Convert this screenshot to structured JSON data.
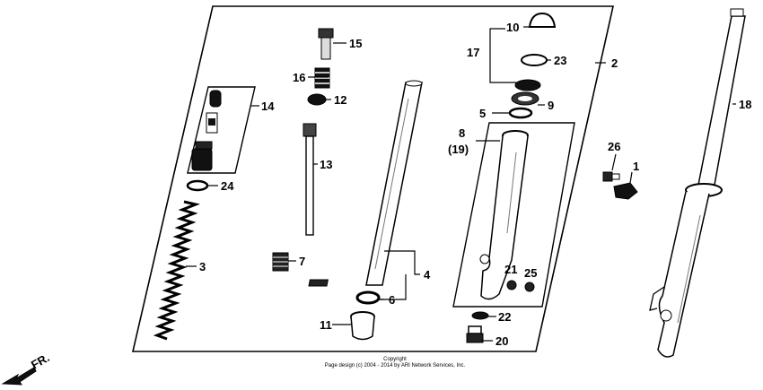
{
  "diagram": {
    "callouts": {
      "p1": "1",
      "p2": "2",
      "p3": "3",
      "p4": "4",
      "p5": "5",
      "p6": "6",
      "p7": "7",
      "p8": "8",
      "p9": "9",
      "p10": "10",
      "p11": "11",
      "p12": "12",
      "p13": "13",
      "p14": "14",
      "p15": "15",
      "p16": "16",
      "p17": "17",
      "p18": "18",
      "p19": "(19)",
      "p20": "20",
      "p21": "21",
      "p22": "22",
      "p23": "23",
      "p24": "24",
      "p25": "25",
      "p26": "26"
    },
    "direction_label": "FR.",
    "copyright_line1": "Copyright",
    "copyright_line2": "Page design (c) 2004 - 2014 by ARI Network Services, Inc."
  }
}
